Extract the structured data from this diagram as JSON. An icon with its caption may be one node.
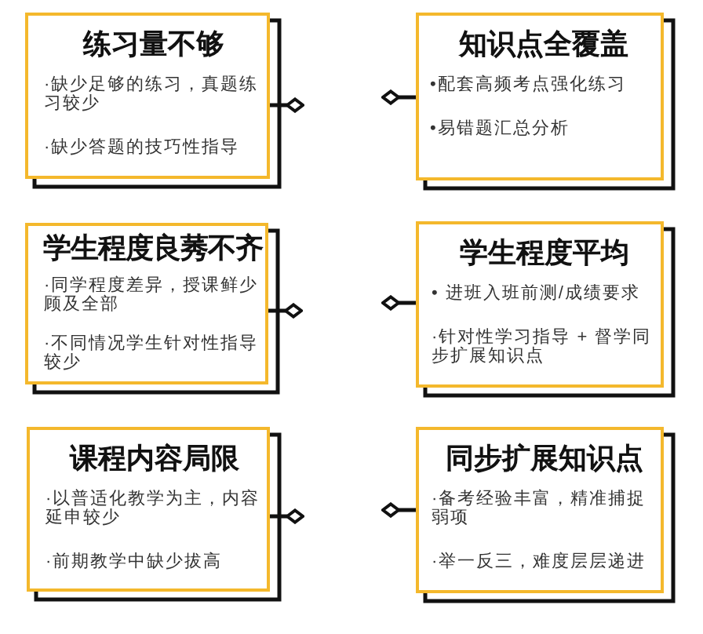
{
  "diagram": {
    "nodes": [
      {
        "text": [
          "练习量不够",
          "·缺少足够的练习，真题练习较少",
          "·缺少答题的技巧性指导"
        ]
      },
      {
        "text": [
          "知识点全覆盖",
          "•配套高频考点强化练习",
          "•易错题汇总分析"
        ]
      },
      {
        "text": [
          "学生程度良莠不齐",
          "·同学程度差异，授课鲜少顾及全部",
          "·不同情况学生针对性指导较少"
        ]
      },
      {
        "text": [
          "学生程度平均",
          "• 进班入班前测/成绩要求",
          "·针对性学习指导 + 督学同步扩展知识点"
        ]
      },
      {
        "text": [
          "课程内容局限",
          "·以普适化教学为主，内容延申较少",
          "·前期教学中缺少拔高"
        ]
      },
      {
        "text": [
          "同步扩展知识点",
          "·备考经验丰富，精准捕捉弱项",
          "·举一反三，难度层层递进"
        ]
      }
    ],
    "edges": [
      {
        "from": 0,
        "to": null,
        "arrow": "other"
      },
      {
        "from": 1,
        "to": null,
        "arrow": "other"
      },
      {
        "from": 2,
        "to": null,
        "arrow": "other"
      },
      {
        "from": 3,
        "to": null,
        "arrow": "other"
      },
      {
        "from": 4,
        "to": null,
        "arrow": "other"
      },
      {
        "from": 5,
        "to": null,
        "arrow": "other"
      }
    ]
  }
}
